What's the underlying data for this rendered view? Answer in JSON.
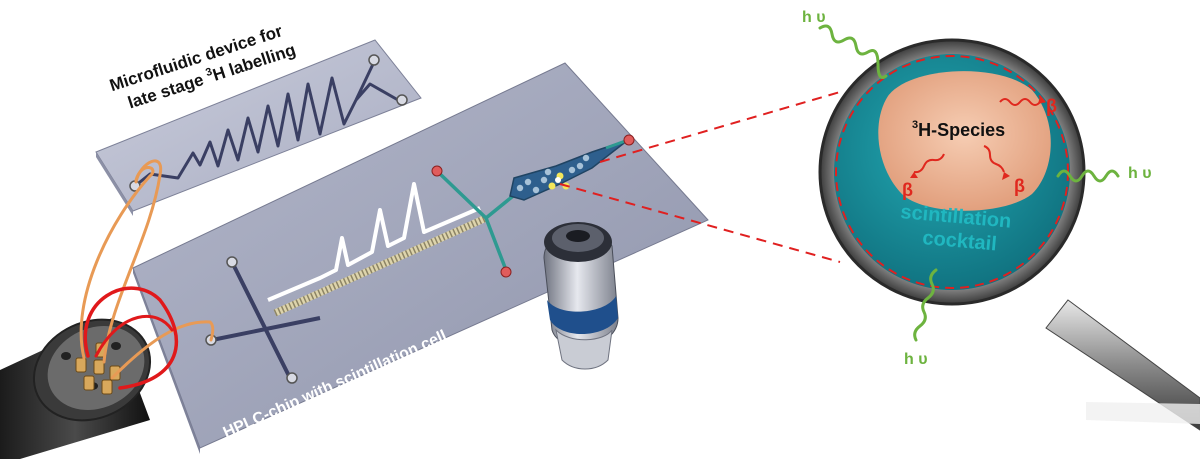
{
  "labels": {
    "microfluidic_line1": "Microfluidic device for",
    "microfluidic_line2_prefix": "late stage ",
    "microfluidic_line2_sup": "3",
    "microfluidic_line2_suffix": "H labelling",
    "hplc_chip": "HPLC-chip with scintillation cell",
    "species_sup": "3",
    "species": "H-Species",
    "scintillation_line1": "scintillation",
    "scintillation_line2": "cocktail",
    "beta": "β",
    "photon": "h υ"
  },
  "colors": {
    "chip_top": "#b9bccd",
    "chip_bottom": "#9ea3b8",
    "channel": "#3a3f63",
    "cocktail": "#1c8f9c",
    "species": "#f2b999",
    "photon_wave": "#6db33f",
    "beta_wave": "#e0281e",
    "tube_orange": "#e89a55",
    "tube_red": "#e0191b",
    "dash_red": "#e02020"
  }
}
